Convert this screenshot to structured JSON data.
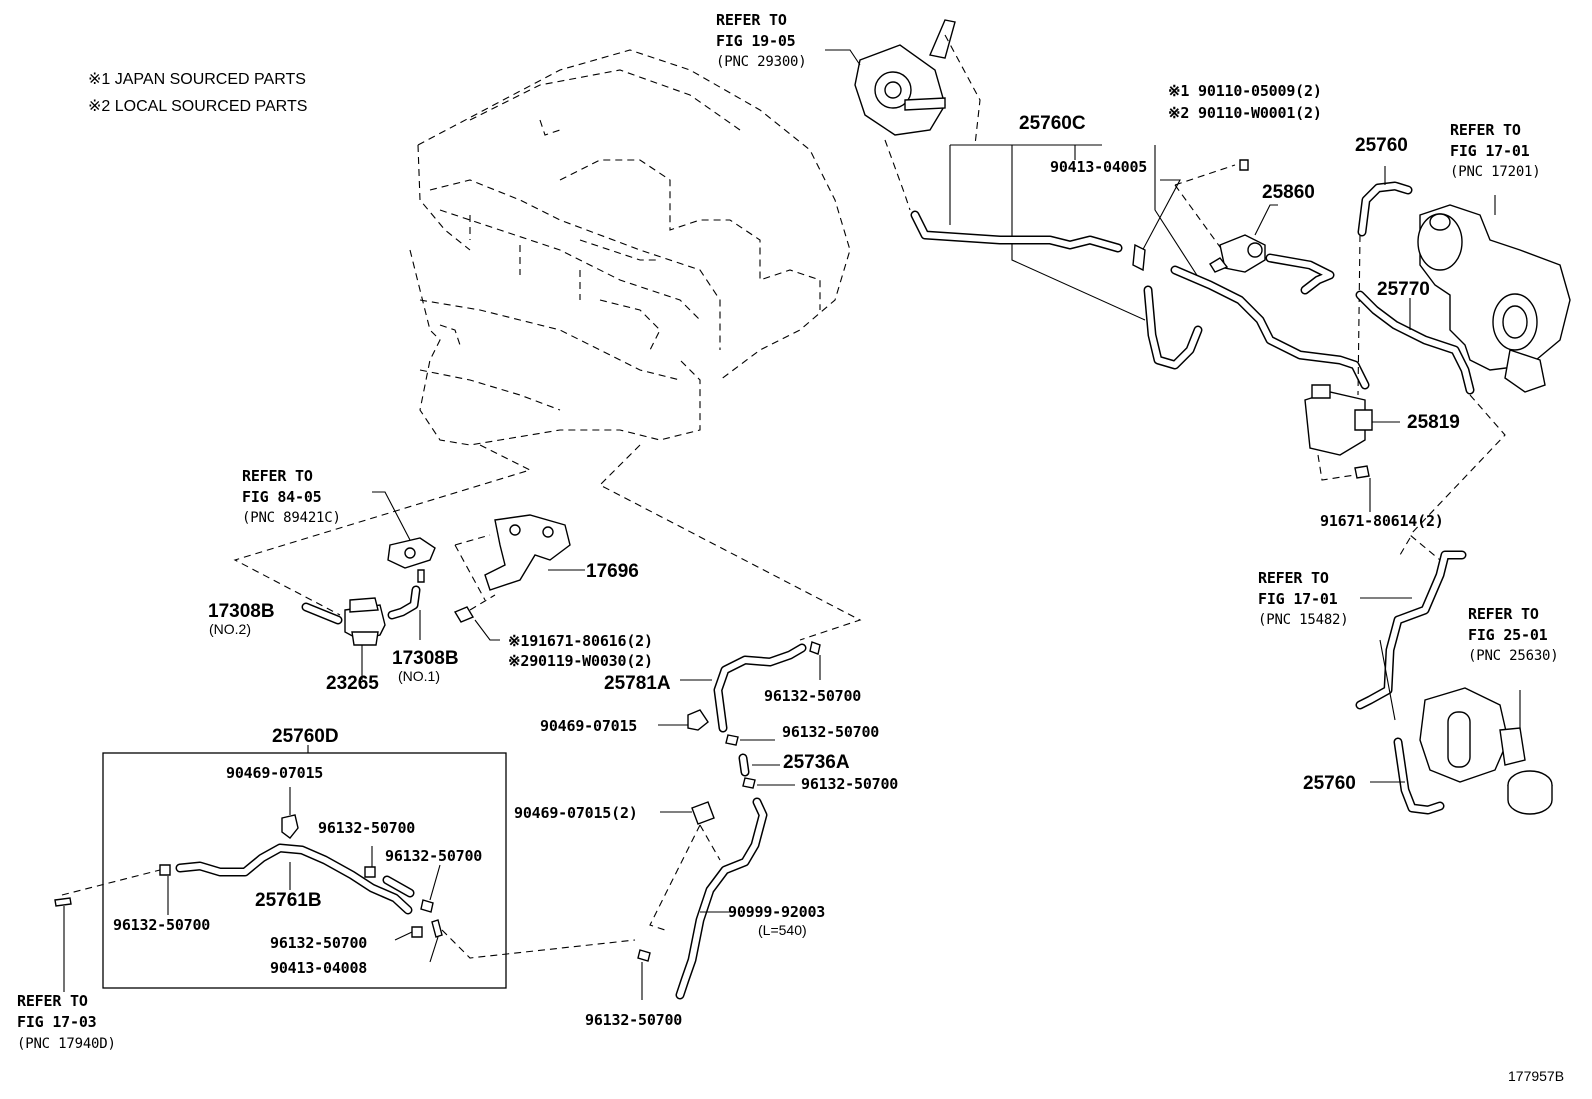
{
  "notes": {
    "japan": "※1 JAPAN SOURCED PARTS",
    "local": "※2 LOCAL SOURCED PARTS"
  },
  "refs": {
    "fig1905": {
      "refer": "REFER TO",
      "fig": "FIG 19-05",
      "pnc": "(PNC 29300)"
    },
    "fig1701a": {
      "refer": "REFER TO",
      "fig": "FIG 17-01",
      "pnc": "(PNC 17201)"
    },
    "fig8405": {
      "refer": "REFER TO",
      "fig": "FIG 84-05",
      "pnc": "(PNC 89421C)"
    },
    "fig1701b": {
      "refer": "REFER TO",
      "fig": "FIG 17-01",
      "pnc": "(PNC 15482)"
    },
    "fig2501": {
      "refer": "REFER TO",
      "fig": "FIG 25-01",
      "pnc": "(PNC 25630)"
    },
    "fig1703": {
      "refer": "REFER TO",
      "fig": "FIG 17-03",
      "pnc": "(PNC 17940D)"
    }
  },
  "parts": {
    "p25760C": "25760C",
    "p90413_04005": "90413-04005",
    "p90110_05009": "※1 90110-05009(2)",
    "p90110_W0001": "※2 90110-W0001(2)",
    "p25860": "25860",
    "p25760_top": "25760",
    "p25770": "25770",
    "p25819": "25819",
    "p91671_80614": "91671-80614(2)",
    "p17696": "17696",
    "p17308B_no2": "17308B",
    "p17308B_no2_sub": "(NO.2)",
    "p23265": "23265",
    "p17308B_no1": "17308B",
    "p17308B_no1_sub": "(NO.1)",
    "p91671_80616": "※191671-80616(2)",
    "p90119_W0030": "※290119-W0030(2)",
    "p25781A": "25781A",
    "p96132_a": "96132-50700",
    "p90469_a": "90469-07015",
    "p96132_b": "96132-50700",
    "p25736A": "25736A",
    "p96132_c": "96132-50700",
    "p25760D": "25760D",
    "p90469_box": "90469-07015",
    "p96132_box1": "96132-50700",
    "p96132_box2": "96132-50700",
    "p25761B": "25761B",
    "p96132_box3": "96132-50700",
    "p96132_box4": "96132-50700",
    "p90413_04008": "90413-04008",
    "p90469_2": "90469-07015(2)",
    "p90999": "90999-92003",
    "p90999_sub": "(L=540)",
    "p96132_bottom": "96132-50700",
    "p25760_right": "25760"
  },
  "figure_id": "177957B"
}
